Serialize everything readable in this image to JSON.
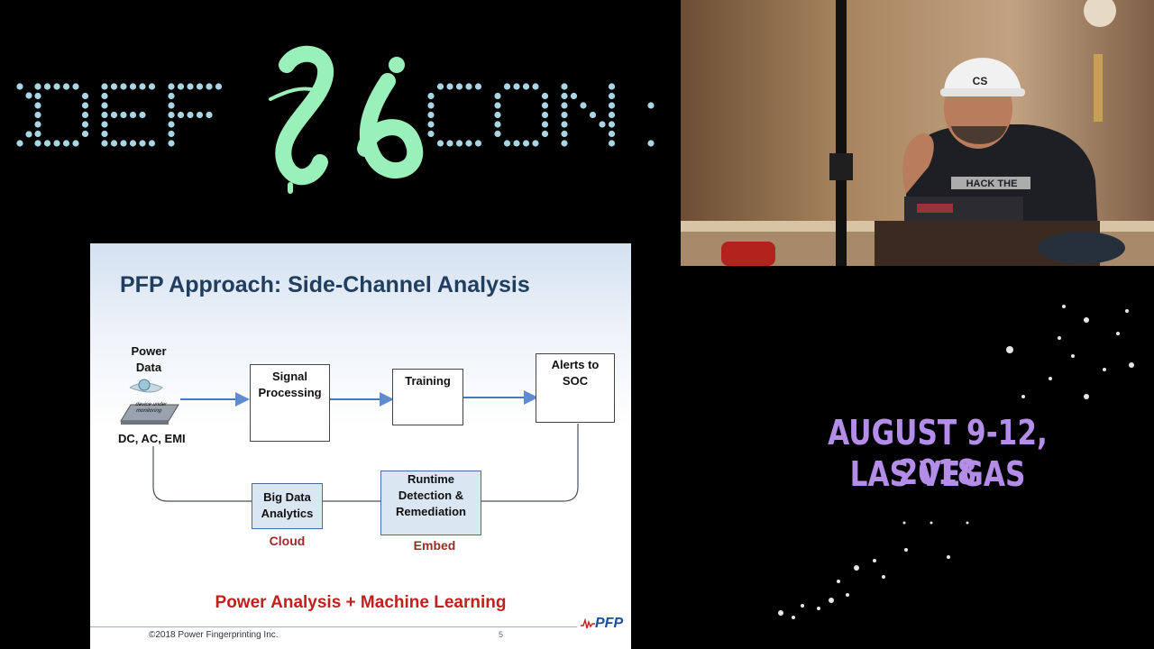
{
  "banner": {
    "logo_text": "DEF 26 CON",
    "dot_color": "#a9d6e5",
    "graffiti_color": "#9af0b9"
  },
  "video": {
    "description_icon": "speaker-video",
    "helmet_text": "CS",
    "shirt_text": "HACK THE"
  },
  "slide": {
    "title": "PFP Approach: Side-Channel Analysis",
    "power_data_label": "Power Data",
    "device_label": "device under monitoring",
    "signal_types": "DC, AC, EMI",
    "signal_processing": "Signal Processing",
    "training": "Training",
    "alerts": "Alerts to SOC",
    "big_data": "Big Data Analytics",
    "cloud": "Cloud",
    "runtime": "Runtime Detection & Remediation",
    "embed": "Embed",
    "tagline": "Power Analysis + Machine Learning",
    "copyright": "©2018 Power Fingerprinting Inc.",
    "page_number": "5",
    "logo": "PFP",
    "title_color": "#213e5f",
    "tagline_color": "#c0211f"
  },
  "event": {
    "dates": "AUGUST 9-12, 2018",
    "city": "LAS VEGAS",
    "text_color": "#b48de9"
  }
}
